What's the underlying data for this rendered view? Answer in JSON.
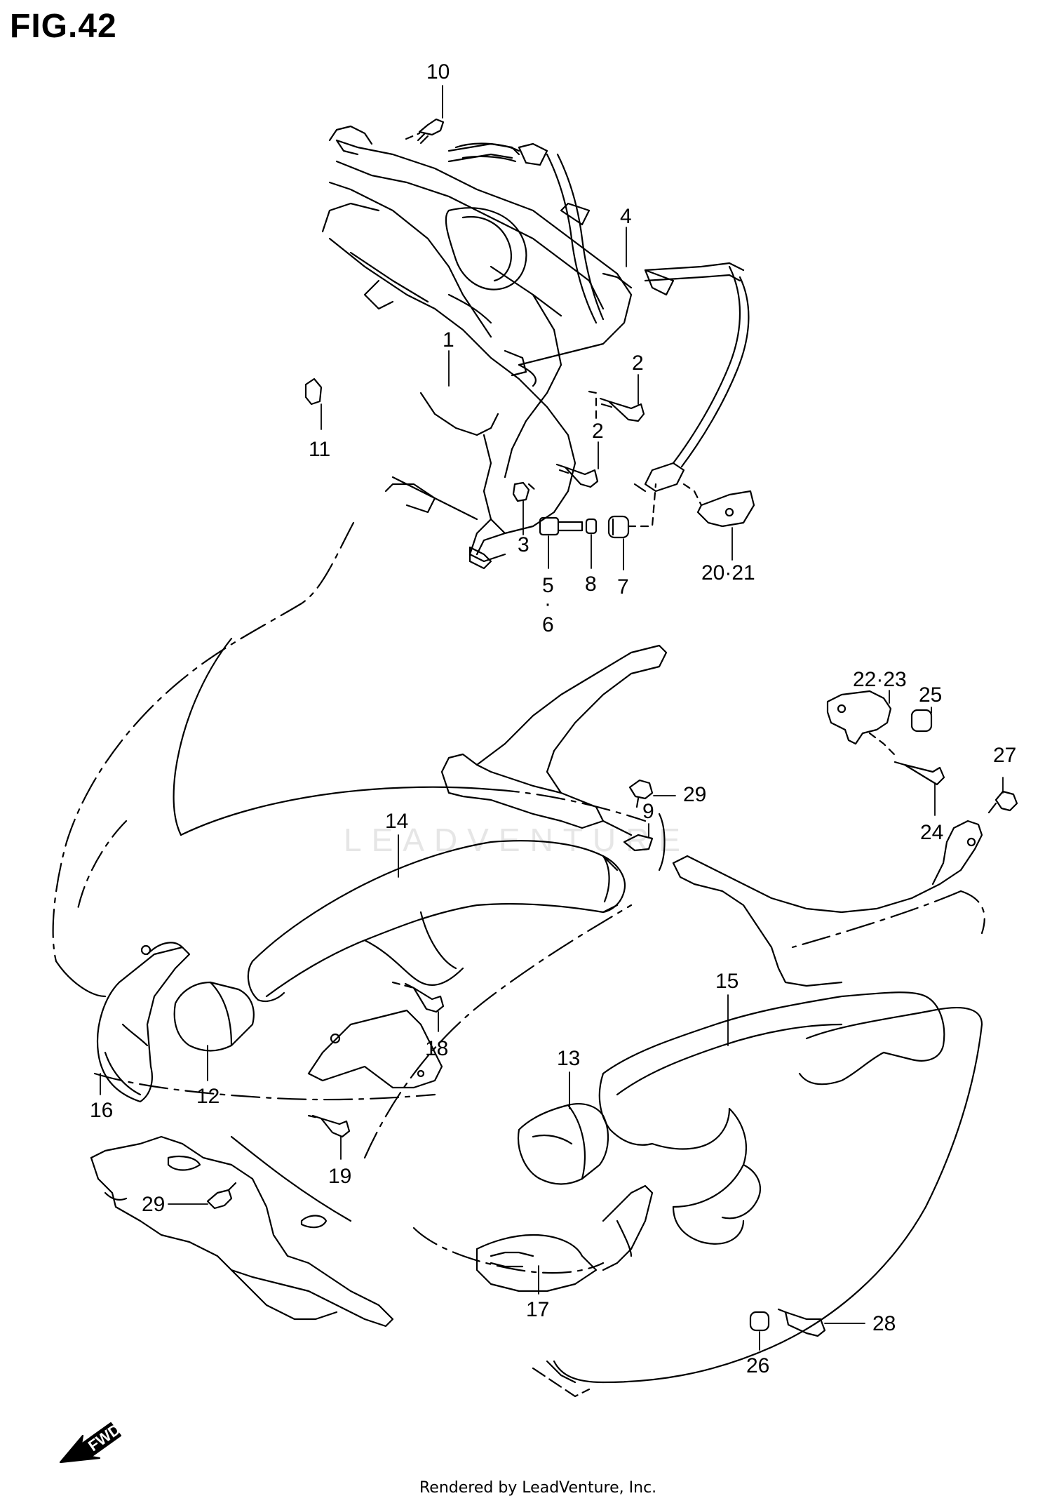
{
  "figure_title": "FIG.42",
  "watermark_text": "LEADVENTURE",
  "footer_text": "Rendered by LeadVenture, Inc.",
  "fwd_label": "FWD",
  "line_color": "#000000",
  "watermark_color": "#e6e6e6",
  "callouts": [
    {
      "id": "c10",
      "label": "10"
    },
    {
      "id": "c4",
      "label": "4"
    },
    {
      "id": "c1",
      "label": "1"
    },
    {
      "id": "c2a",
      "label": "2"
    },
    {
      "id": "c2b",
      "label": "2"
    },
    {
      "id": "c11",
      "label": "11"
    },
    {
      "id": "c3",
      "label": "3"
    },
    {
      "id": "c5",
      "label": "5"
    },
    {
      "id": "cdot",
      "label": "·"
    },
    {
      "id": "c6",
      "label": "6"
    },
    {
      "id": "c8",
      "label": "8"
    },
    {
      "id": "c7",
      "label": "7"
    },
    {
      "id": "c2021",
      "label": "20·21"
    },
    {
      "id": "c2223",
      "label": "22·23"
    },
    {
      "id": "c25",
      "label": "25"
    },
    {
      "id": "c27",
      "label": "27"
    },
    {
      "id": "c29a",
      "label": "29"
    },
    {
      "id": "c9",
      "label": "9"
    },
    {
      "id": "c24",
      "label": "24"
    },
    {
      "id": "c14",
      "label": "14"
    },
    {
      "id": "c15",
      "label": "15"
    },
    {
      "id": "c18",
      "label": "18"
    },
    {
      "id": "c13",
      "label": "13"
    },
    {
      "id": "c16",
      "label": "16"
    },
    {
      "id": "c12",
      "label": "12"
    },
    {
      "id": "c19",
      "label": "19"
    },
    {
      "id": "c29b",
      "label": "29"
    },
    {
      "id": "c17",
      "label": "17"
    },
    {
      "id": "c26",
      "label": "26"
    },
    {
      "id": "c28",
      "label": "28"
    }
  ]
}
